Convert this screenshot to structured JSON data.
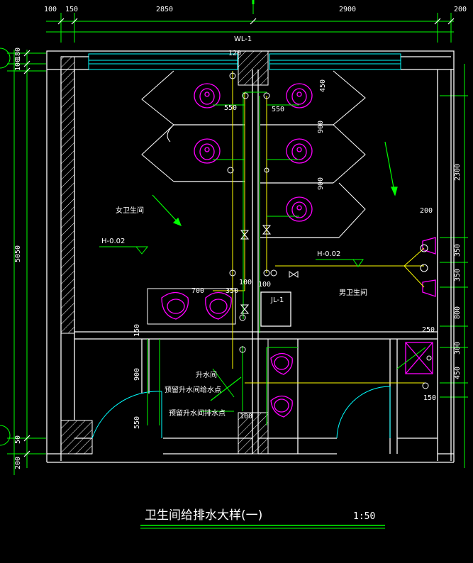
{
  "drawing": {
    "title": "卫生间给排水大样(一)",
    "scale": "1:50",
    "room_female": "女卫生间",
    "room_male": "男卫生间",
    "elev_female": "H-0.02",
    "elev_male": "H-0.02",
    "pipe_wl": "WL-1",
    "pipe_jl": "JL-1",
    "shaft": "升水间",
    "note_supply": "预留升水间给水点",
    "note_drain": "预留升水间排水点"
  },
  "dims": {
    "top": [
      "100",
      "150",
      "2850",
      "2900",
      "200"
    ],
    "left": [
      "180",
      "100",
      "5050",
      "50",
      "200"
    ],
    "right": [
      "2300",
      "200",
      "350",
      "350",
      "800",
      "250",
      "300",
      "450",
      "150"
    ],
    "inner": [
      "120",
      "450",
      "550",
      "550",
      "900",
      "900",
      "700",
      "350",
      "100",
      "100",
      "150",
      "900",
      "550",
      "100"
    ]
  },
  "colors": {
    "wall": "#ffffff",
    "fixture": "#ff00ff",
    "water_pipe": "#ffff00",
    "drain_pipe": "#00ff00",
    "dimension": "#00ff00",
    "window": "#00ffff"
  }
}
